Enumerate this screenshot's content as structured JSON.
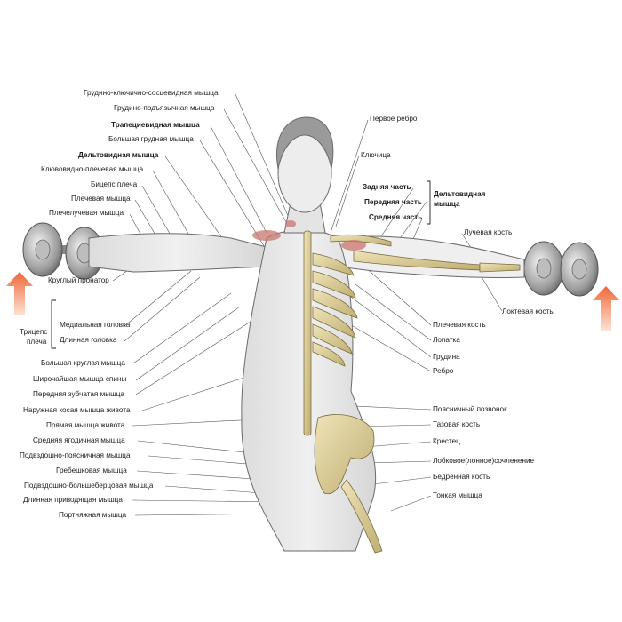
{
  "colors": {
    "label": "#1c1c1c",
    "leader": "#555555",
    "arrow": "#f26d3d",
    "muscle": "#c9766e",
    "bone": "#d8c98f"
  },
  "labels_left": [
    "Грудино-ключично-сосцевидная мышца",
    "Грудино-подъязычная мышца",
    "Трапециевидная мышца",
    "Большая грудная мышца",
    "Дельтовидная мышца",
    "Клювовидно-плечевая мышца",
    "Бицепс плеча",
    "Плечевая мышца",
    "Плечелучевая мышца",
    "Круглый пронатор",
    "Медиальная головка",
    "Длинная головка",
    "Большая круглая мышца",
    "Широчайшая мышца спины",
    "Передняя зубчатая мышца",
    "Наружная косая мышца живота",
    "Прямая мышца живота",
    "Средняя ягодичная мышца",
    "Подвздошно-поясничная мышца",
    "Гребешковая мышца",
    "Подвздошно-большеберцовая мышца",
    "Длинная приводящая мышца",
    "Портняжная мышца"
  ],
  "triceps_label": [
    "Трицепс",
    "плеча"
  ],
  "labels_right": [
    "Первое ребро",
    "Ключица",
    "Задняя часть",
    "Передняя часть",
    "Средняя часть",
    "Лучевая кость",
    "Локтевая кость",
    "Плечевая кость",
    "Лопатка",
    "Грудина",
    "Ребро",
    "Поясничный позвонок",
    "Тазовая кость",
    "Крестец",
    "Лобковое(лонное)сочленение",
    "Бедренная кость",
    "Тонкая мышца"
  ],
  "deltoid_label": [
    "Дельтовидная",
    "мышца"
  ]
}
